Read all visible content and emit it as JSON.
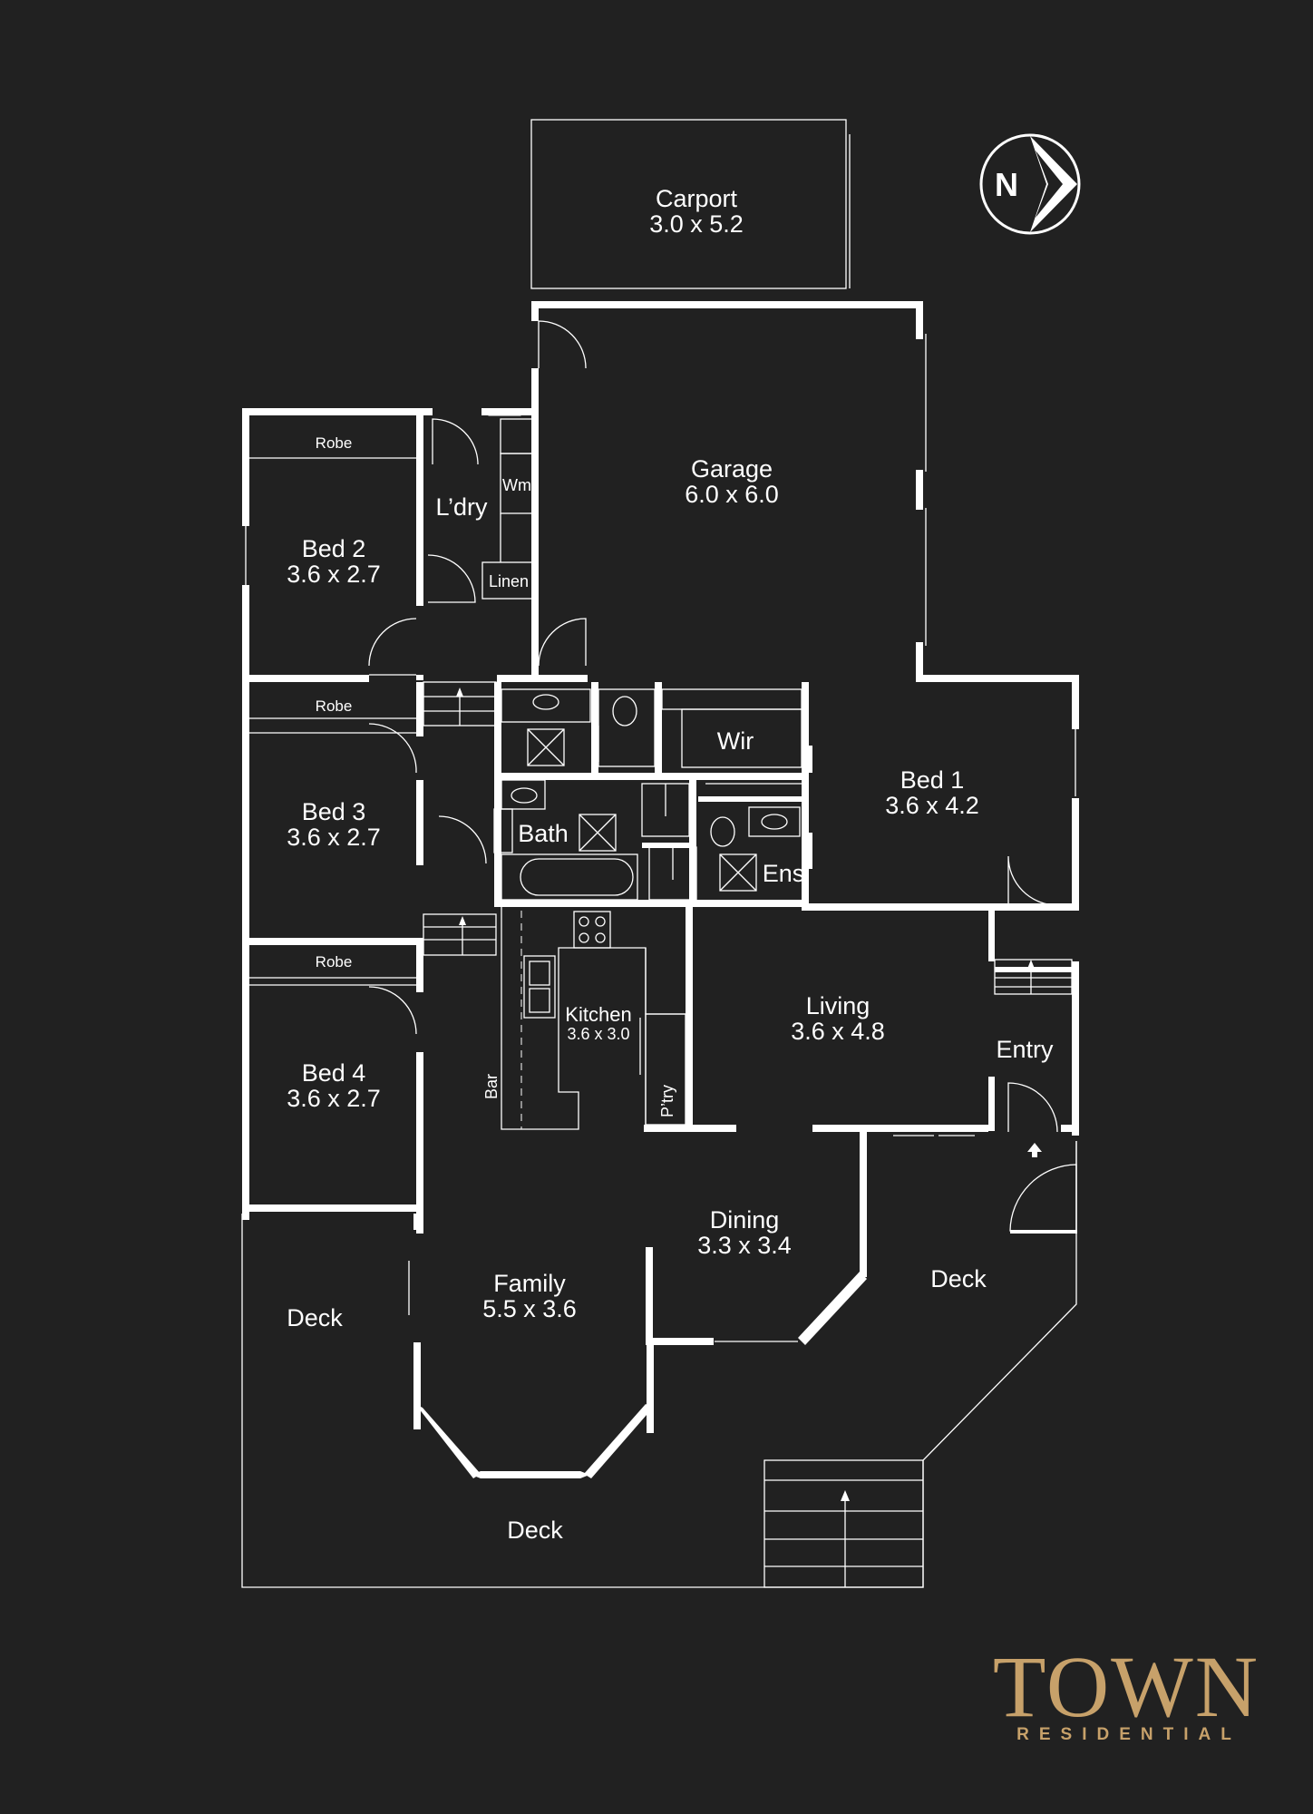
{
  "rooms": {
    "carport": {
      "name": "Carport",
      "size": "3.0 x 5.2"
    },
    "garage": {
      "name": "Garage",
      "size": "6.0 x 6.0"
    },
    "laundry": {
      "name": "L’dry"
    },
    "wm": {
      "name": "Wm"
    },
    "linen": {
      "name": "Linen"
    },
    "bed2": {
      "name": "Bed 2",
      "size": "3.6 x 2.7",
      "robe": "Robe"
    },
    "bed3": {
      "name": "Bed 3",
      "size": "3.6 x 2.7",
      "robe": "Robe"
    },
    "bed4": {
      "name": "Bed 4",
      "size": "3.6 x 2.7",
      "robe": "Robe"
    },
    "bed1": {
      "name": "Bed 1",
      "size": "3.6 x 4.2"
    },
    "wir": {
      "name": "Wir"
    },
    "bath": {
      "name": "Bath"
    },
    "ens": {
      "name": "Ens"
    },
    "kitchen": {
      "name": "Kitchen",
      "size": "3.6 x 3.0"
    },
    "bar": {
      "name": "Bar"
    },
    "pantry": {
      "name": "P’try"
    },
    "living": {
      "name": "Living",
      "size": "3.6 x 4.8"
    },
    "entry": {
      "name": "Entry"
    },
    "dining": {
      "name": "Dining",
      "size": "3.3 x 3.4"
    },
    "family": {
      "name": "Family",
      "size": "5.5 x 3.6"
    },
    "deck_west": {
      "name": "Deck"
    },
    "deck_east": {
      "name": "Deck"
    },
    "deck_south": {
      "name": "Deck"
    }
  },
  "compass": {
    "label": "N"
  },
  "logo": {
    "brand": "TOWN",
    "tagline": "RESIDENTIAL",
    "color": "#c7a16a"
  },
  "colors": {
    "background": "#212121",
    "lines": "#ffffff"
  }
}
